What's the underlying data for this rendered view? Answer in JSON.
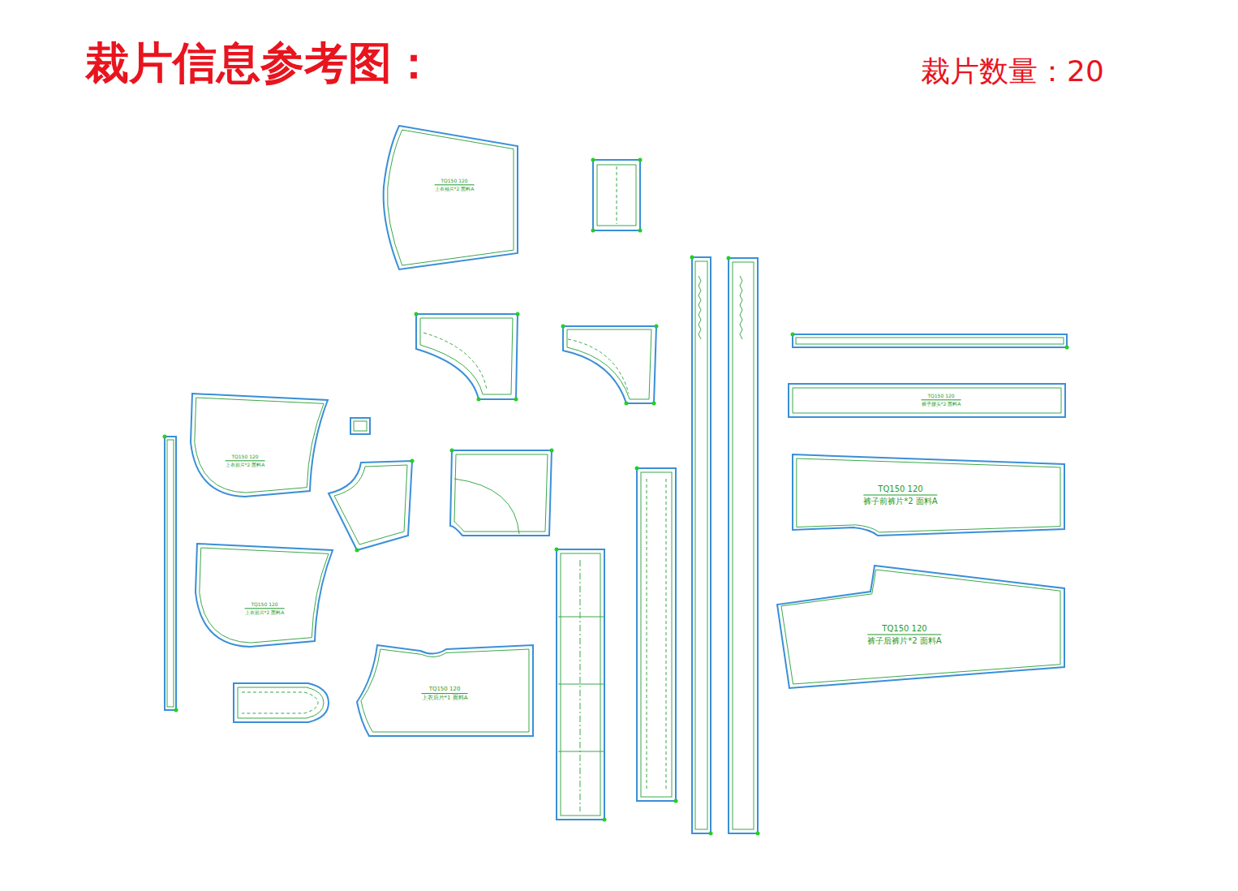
{
  "diagram": {
    "title": "裁片信息参考图：",
    "nodes": [
      {
        "text": [
          "TQ150 120",
          "上衣袖片*2 面料A"
        ]
      },
      {
        "text": [
          "TQ150 120",
          "上衣前片*2 面料A"
        ]
      },
      {
        "text": [
          "TQ150 120",
          "上衣前片*2 面料A"
        ]
      },
      {
        "text": [
          "TQ150 120",
          "上衣后片*1 面料A"
        ]
      },
      {
        "text": [
          "TQ150 120",
          "裤子腰头*2 面料A"
        ]
      },
      {
        "text": [
          "TQ150 120",
          "裤子前裤片*2 面料A"
        ]
      },
      {
        "text": [
          "TQ150 120",
          "裤子后裤片*2 面料A"
        ]
      }
    ],
    "labels": [
      "裁片数量：20"
    ]
  }
}
